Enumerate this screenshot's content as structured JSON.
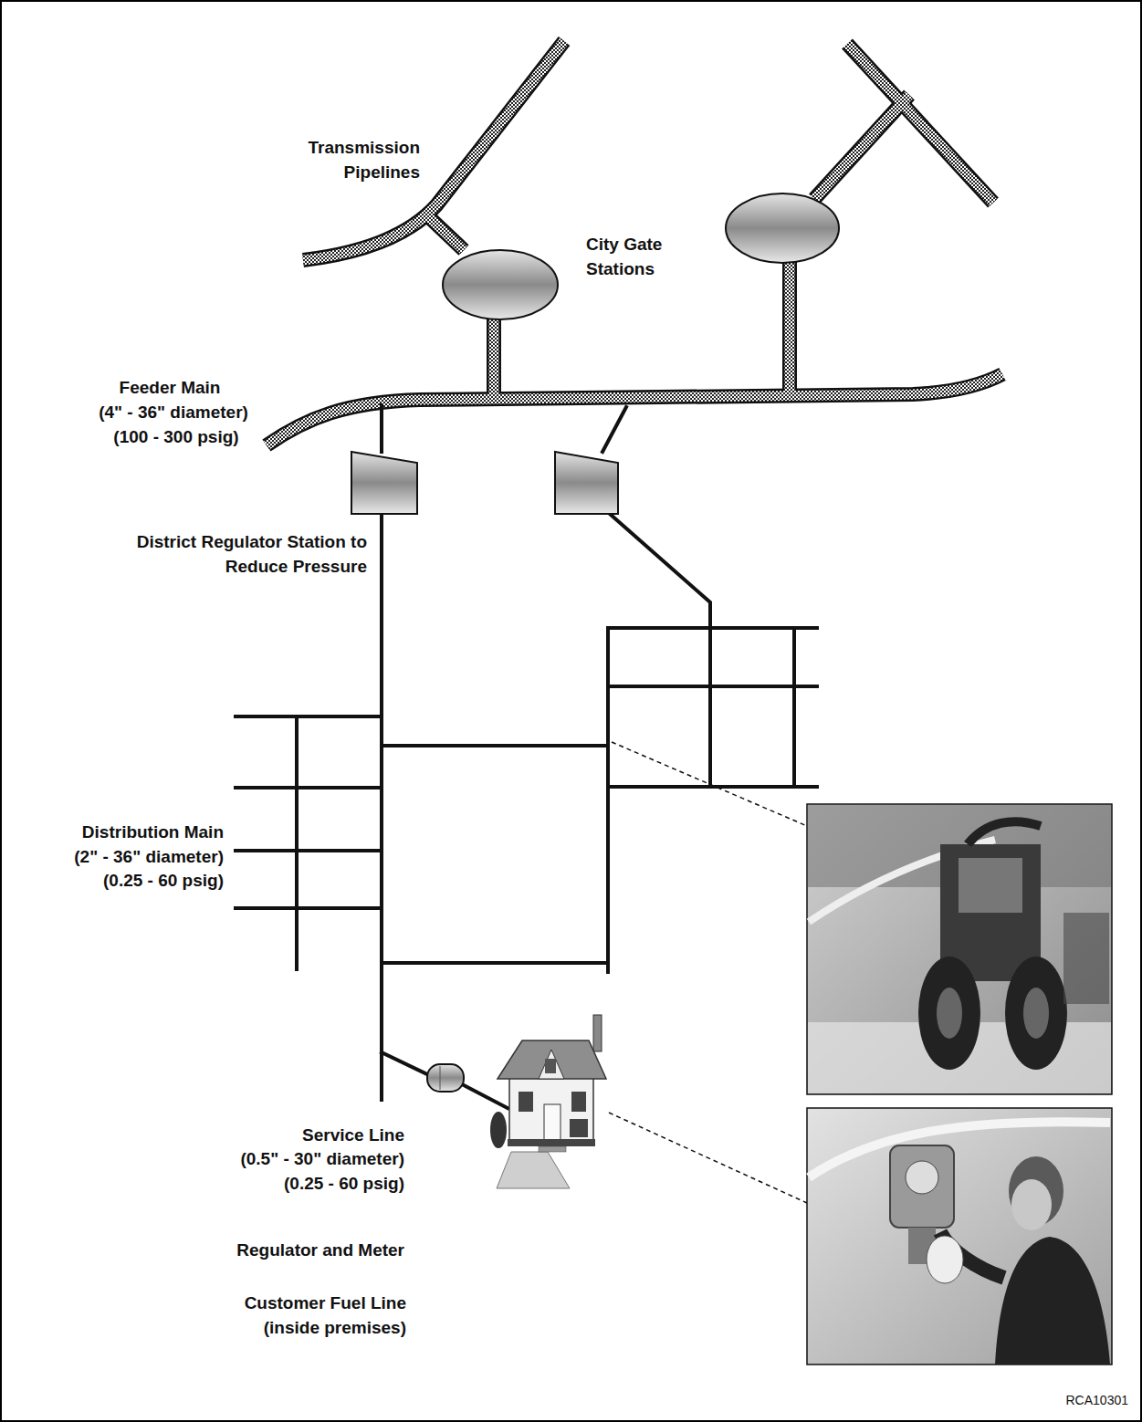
{
  "diagram": {
    "labels": [
      "Transmission Pipelines",
      "City Gate Stations",
      "Feeder Main",
      "(4\" - 36\" diameter)",
      "(100 - 300 psig)",
      "District Regulator Station to Reduce Pressure",
      "Distribution Main",
      "(2\" - 36\" diameter)",
      "(0.25 - 60 psig)",
      "Service Line",
      "(0.5\" - 30\" diameter)",
      "(0.25 - 60 psig)",
      "Regulator and Meter",
      "Customer Fuel Line (inside premises)",
      "RCA10301"
    ]
  }
}
